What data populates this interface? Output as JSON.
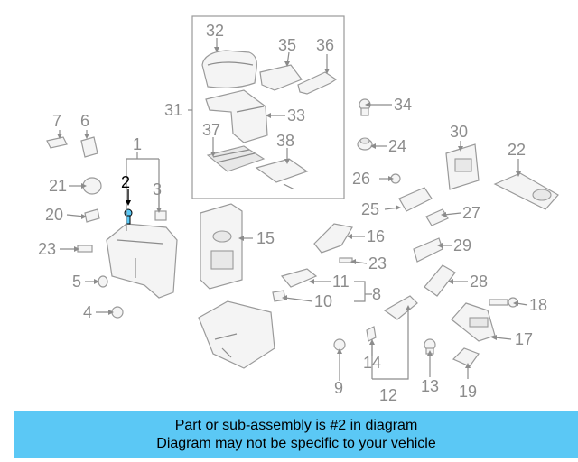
{
  "callouts": [
    "1",
    "2",
    "3",
    "4",
    "5",
    "6",
    "7",
    "8",
    "9",
    "10",
    "11",
    "12",
    "13",
    "14",
    "15",
    "16",
    "17",
    "18",
    "19",
    "20",
    "21",
    "22",
    "23",
    "23",
    "24",
    "25",
    "26",
    "27",
    "28",
    "29",
    "30",
    "31",
    "32",
    "33",
    "34",
    "35",
    "36",
    "37",
    "38"
  ],
  "highlight_callout": "2",
  "colors": {
    "caption_bg": "#5bc8f5",
    "callout_gray": "#8c8c8c",
    "highlight": "#000000",
    "highlight_part": "#5bc8f5"
  },
  "caption": {
    "line1": "Part or sub-assembly is #2 in diagram",
    "line2": "Diagram may not be specific to your vehicle"
  }
}
